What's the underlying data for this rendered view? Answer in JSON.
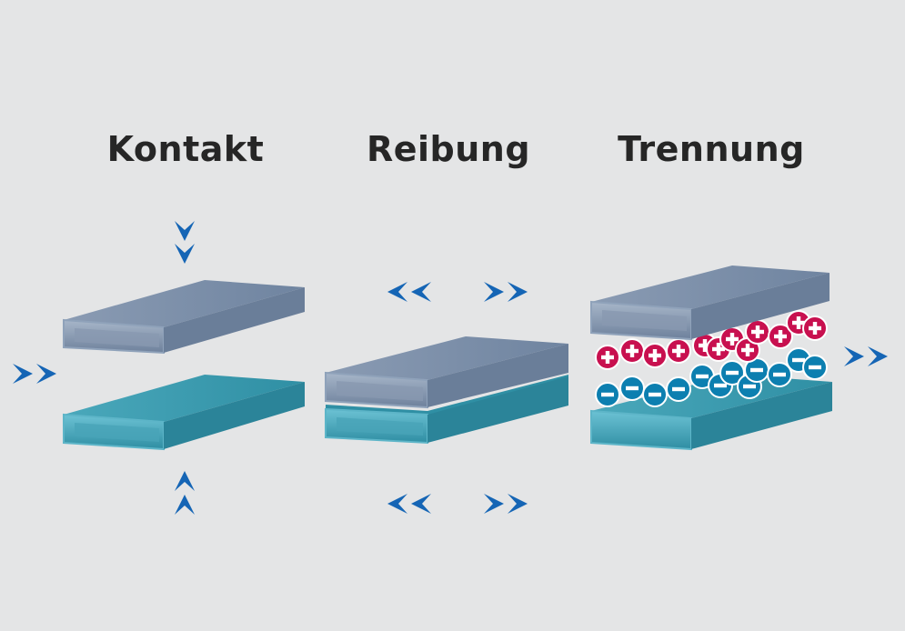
{
  "steps": [
    {
      "label": "Kontakt"
    },
    {
      "label": "Reibung"
    },
    {
      "label": "Trennung"
    }
  ],
  "colors": {
    "background": "#e4e5e6",
    "top_plate": "#7c8fa8",
    "bottom_plate": "#3fa3b8",
    "arrow": "#1565b5",
    "positive_charge": "#c8104f",
    "negative_charge": "#0c7fb0"
  },
  "icons": {
    "arrow": "double-chevron-icon",
    "positive": "plus-charge-icon",
    "negative": "minus-charge-icon"
  }
}
